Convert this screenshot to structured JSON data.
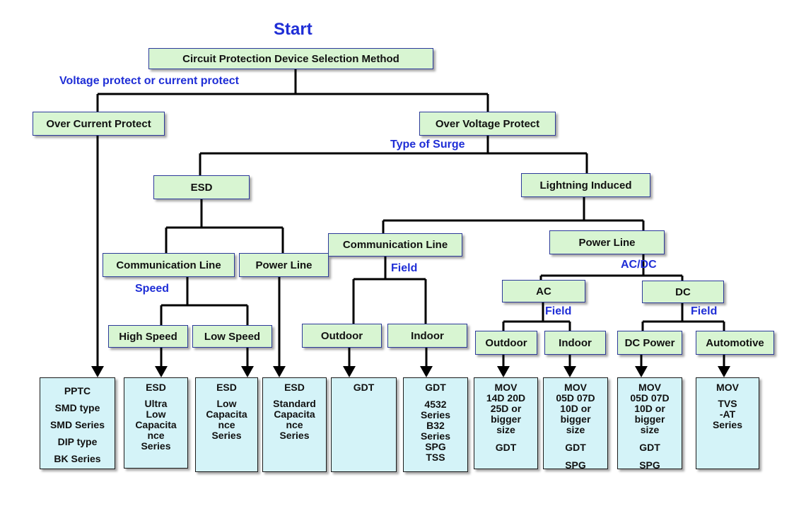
{
  "title": "Start",
  "colors": {
    "node_fill": "#d8f5d2",
    "leaf_fill": "#d4f3f8",
    "label_text": "#1f2ed6",
    "line": "#000000"
  },
  "nodes": {
    "root": "Circuit Protection Device Selection Method",
    "over_current": "Over Current Protect",
    "over_voltage": "Over Voltage Protect",
    "esd": "ESD",
    "lightning": "Lightning Induced",
    "esd_comm_line": "Communication Line",
    "esd_power_line": "Power Line",
    "high_speed": "High Speed",
    "low_speed": "Low Speed",
    "li_comm_line": "Communication Line",
    "li_power_line": "Power Line",
    "outdoor_comm": "Outdoor",
    "indoor_comm": "Indoor",
    "ac": "AC",
    "dc": "DC",
    "outdoor_ac": "Outdoor",
    "indoor_ac": "Indoor",
    "dc_power": "DC Power",
    "automotive": "Automotive"
  },
  "labels": {
    "voltage_or_current": "Voltage protect or current protect",
    "type_of_surge": "Type of Surge",
    "speed": "Speed",
    "field_comm": "Field",
    "ac_dc": "AC/DC",
    "field_ac": "Field",
    "field_dc": "Field"
  },
  "leaves": {
    "pptc": [
      "PPTC",
      "SMD type",
      "SMD Series",
      "DIP type",
      "BK Series"
    ],
    "esd_high": [
      "ESD",
      "Ultra",
      "Low",
      "Capacita",
      "nce",
      "Series"
    ],
    "esd_low": [
      "ESD",
      "Low",
      "Capacita",
      "nce",
      "Series"
    ],
    "esd_standard": [
      "ESD",
      "Standard",
      "Capacita",
      "nce",
      "Series"
    ],
    "gdt_outdoor": [
      "GDT"
    ],
    "gdt_indoor": [
      "GDT",
      "4532",
      "Series",
      "B32",
      "Series",
      "SPG",
      "TSS"
    ],
    "mov_outdoor_ac": [
      "MOV",
      "14D 20D",
      "25D or",
      "bigger",
      "size",
      "GDT"
    ],
    "mov_indoor_ac": [
      "MOV",
      "05D 07D",
      "10D or",
      "bigger",
      "size",
      "GDT",
      "SPG"
    ],
    "mov_dc_power": [
      "MOV",
      "05D 07D",
      "10D or",
      "bigger",
      "size",
      "GDT",
      "SPG"
    ],
    "mov_automotive": [
      "MOV",
      "TVS",
      "-AT",
      "Series"
    ]
  }
}
